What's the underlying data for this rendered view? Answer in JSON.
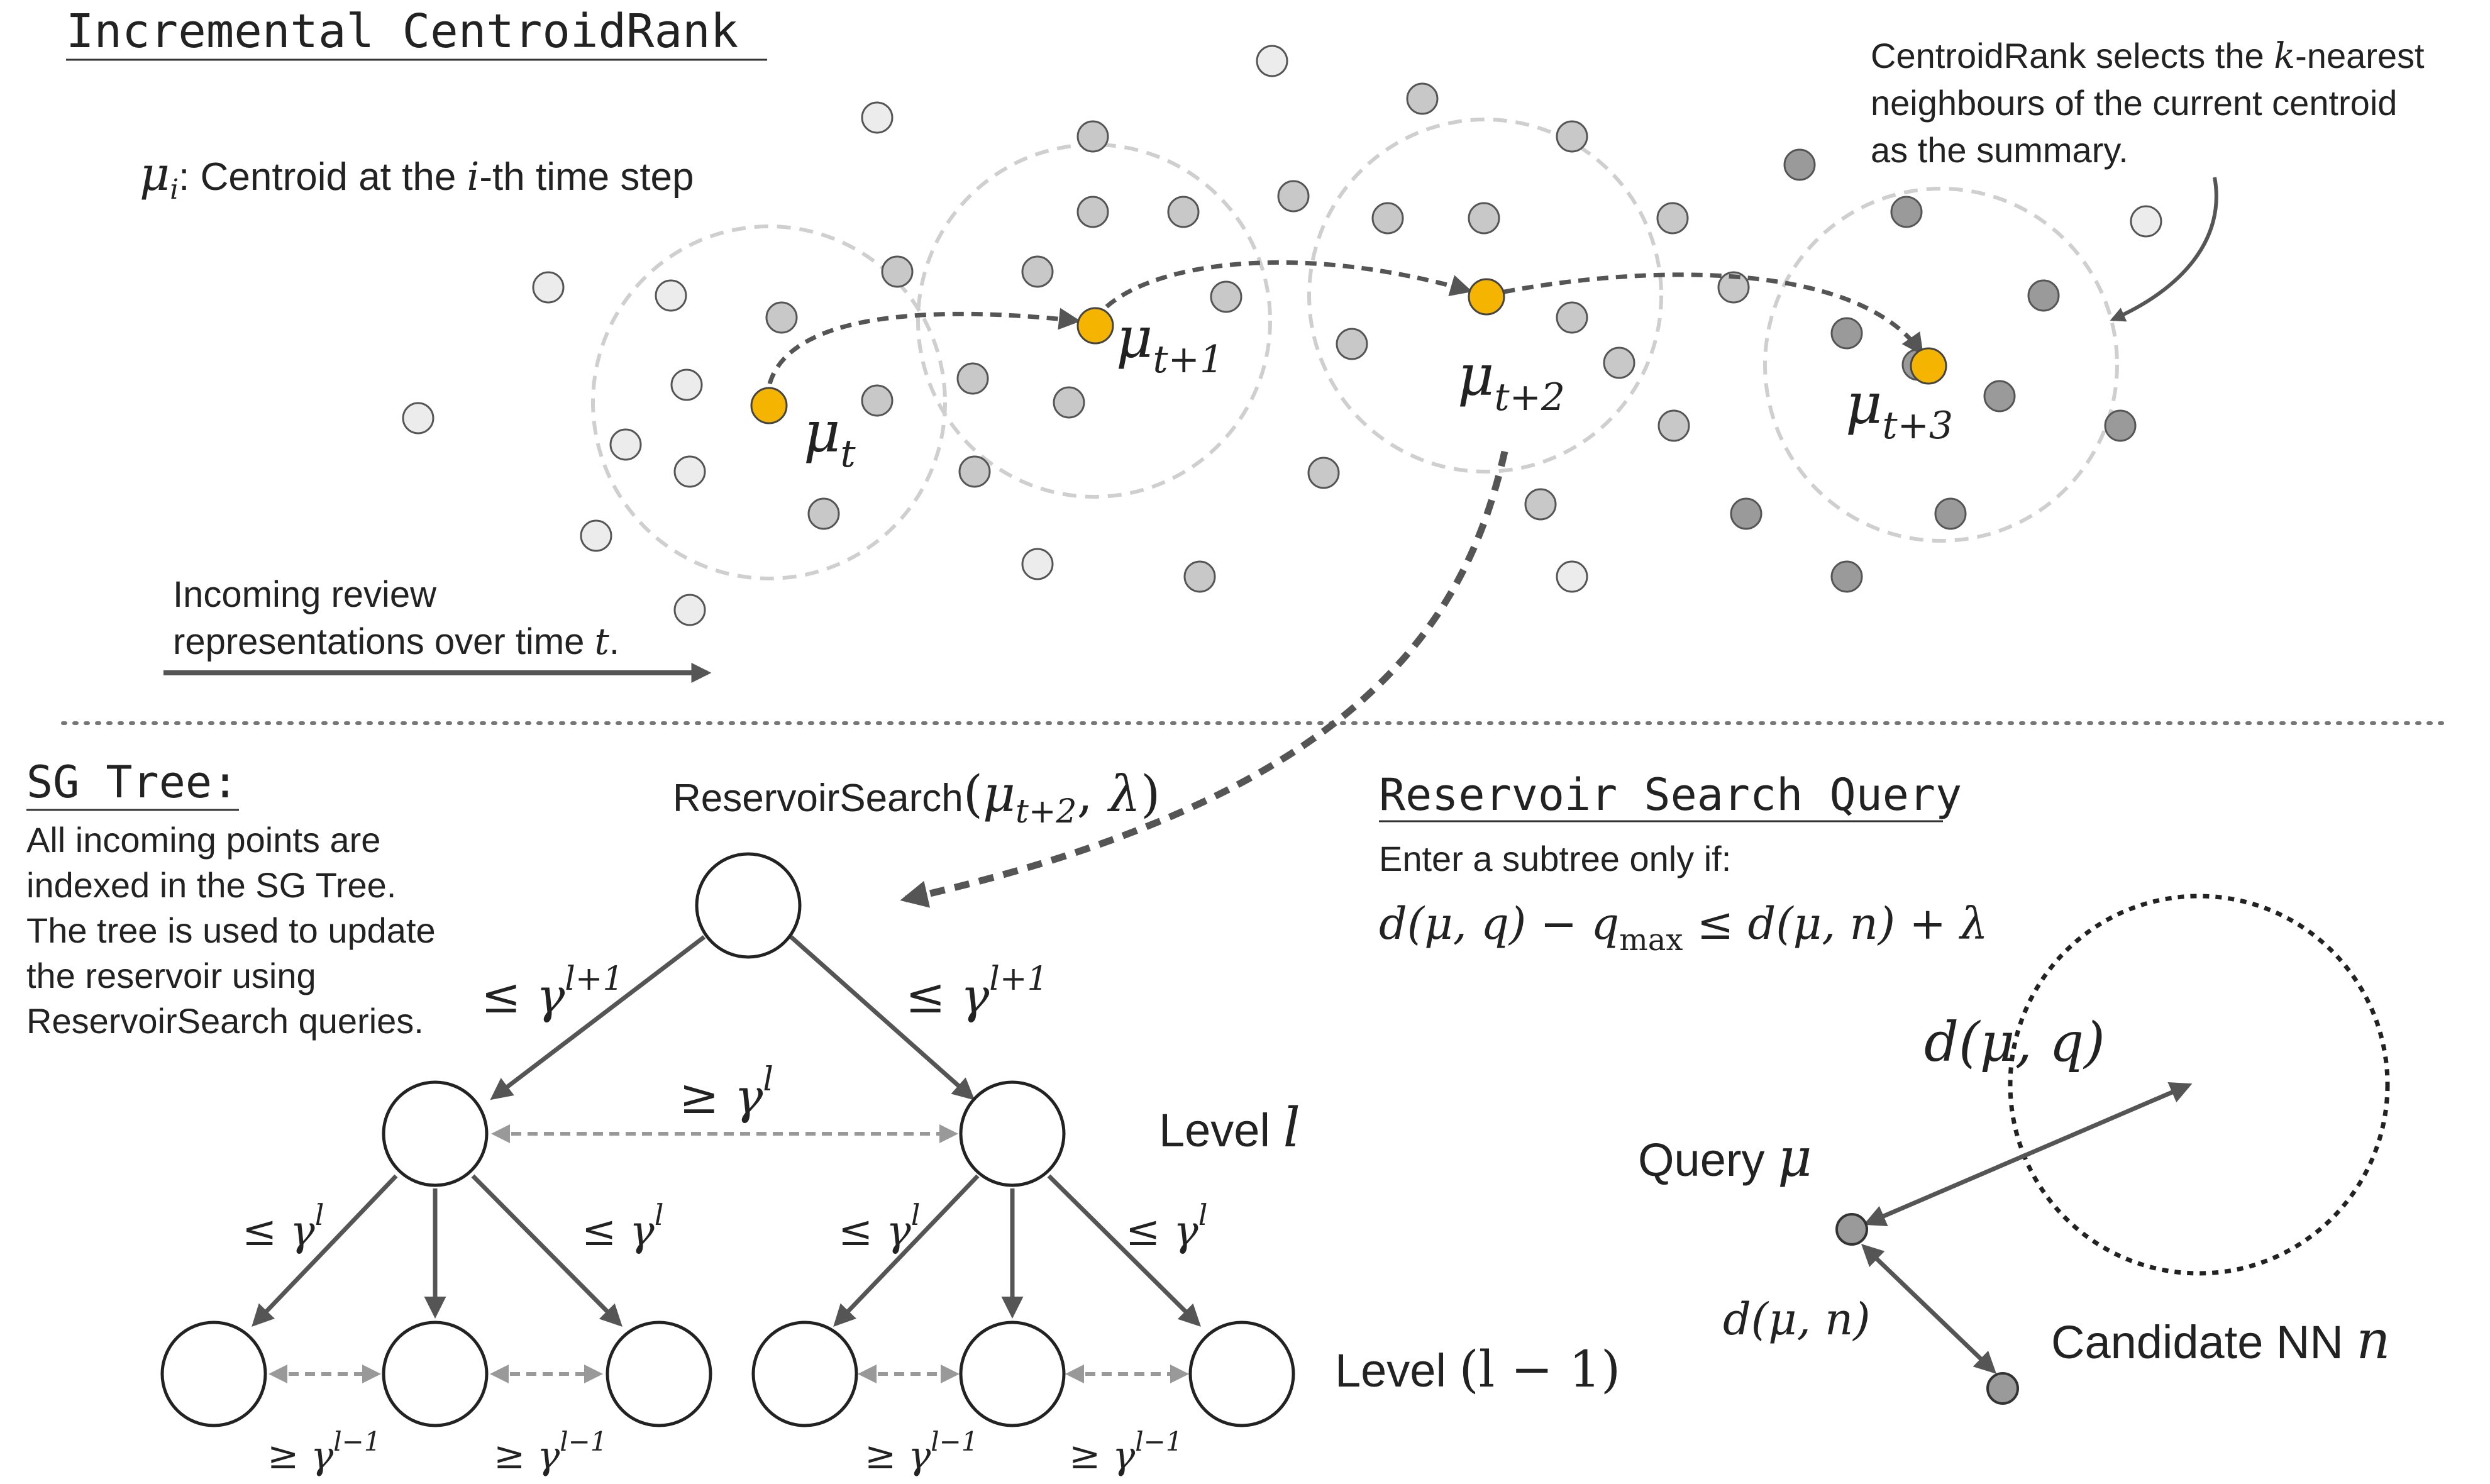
{
  "top": {
    "title": "Incremental CentroidRank",
    "legend_mu": "μ",
    "legend_i_sub": "i",
    "legend_text_a": ": Centroid at the ",
    "legend_i": "i",
    "legend_text_b": "-th time step",
    "callout_line1_a": "CentroidRank selects the ",
    "callout_k": "k",
    "callout_line1_b": "-nearest",
    "callout_line2": "neighbours of the current centroid",
    "callout_line3": "as the summary.",
    "incoming_line1": "Incoming review",
    "incoming_line2_a": "representations over time ",
    "incoming_t": "t",
    "incoming_line2_b": ".",
    "centroids": [
      {
        "mu": "μ",
        "sub": "t"
      },
      {
        "mu": "μ",
        "sub": "t+1"
      },
      {
        "mu": "μ",
        "sub": "t+2"
      },
      {
        "mu": "μ",
        "sub": "t+3"
      }
    ]
  },
  "tree": {
    "title": "SG Tree",
    "title_colon": ":",
    "desc": [
      "All incoming points are",
      "indexed in the SG Tree.",
      "The tree is used to update",
      "the reservoir using",
      "ReservoirSearch queries."
    ],
    "query_call_name": "ReservoirSearch",
    "query_call_open": "(",
    "query_call_mu": "μ",
    "query_call_sub": "t+2",
    "query_call_comma": ", ",
    "query_call_lambda": "λ",
    "query_call_close": ")",
    "le": "≤ ",
    "ge": "≥ ",
    "gamma": "γ",
    "exp_l_plus_1": "l+1",
    "exp_l": "l",
    "exp_l_minus_1": "l−1",
    "level_l_prefix": "Level ",
    "level_l_var": "l",
    "level_l1_prefix": "Level ",
    "level_l1_expr": "(l − 1)"
  },
  "query": {
    "title": "Reservoir Search Query",
    "cond_text": "Enter a subtree only if:",
    "formula_a": "d(μ, q) − q",
    "formula_sub": "max",
    "formula_b": " ≤ d(μ, n) + λ",
    "dq_label": "d(μ, q)",
    "dn_label": "d(μ, n)",
    "query_label_a": "Query ",
    "query_label_mu": "μ",
    "candidate_label_a": "Candidate NN ",
    "candidate_label_n": "n"
  },
  "colors": {
    "centroid": "#f5b400",
    "point_light": "#ececec",
    "point_mid": "#c8c8c8",
    "point_dark": "#9a9a9a",
    "arrow": "#555555",
    "dashed_circle": "#cfcfcf"
  }
}
